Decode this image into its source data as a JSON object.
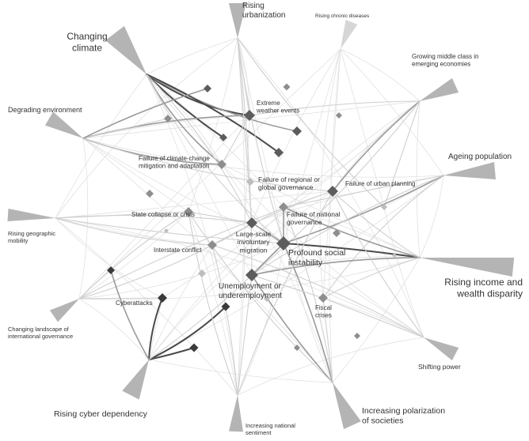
{
  "palette": {
    "background": "#ffffff",
    "driver": "#b4b4b4",
    "risk_light": "#bdbdbd",
    "risk_mid": "#8e8e8e",
    "risk_dark": "#5c5c5c",
    "risk_darkest": "#3a3a3a",
    "edge_light": "#e1e1e1",
    "edge_mid": "#cfcfcf",
    "edge_dark": "#9a9a9a",
    "edge_darkest": "#4a4a4a",
    "text": "#333333"
  },
  "drivers": [
    {
      "id": "rising-urbanization",
      "lines": [
        "Rising",
        "urbanization"
      ]
    },
    {
      "id": "rising-chronic-diseases",
      "lines": [
        "Rising chronic diseases"
      ]
    },
    {
      "id": "growing-middle-class",
      "lines": [
        "Growing middle class in",
        "emerging economies"
      ]
    },
    {
      "id": "changing-climate",
      "lines": [
        "Changing",
        "climate"
      ]
    },
    {
      "id": "degrading-environment",
      "lines": [
        "Degrading environment"
      ]
    },
    {
      "id": "ageing-population",
      "lines": [
        "Ageing population"
      ]
    },
    {
      "id": "rising-geographic-mobility",
      "lines": [
        "Rising geographic",
        "mobility"
      ]
    },
    {
      "id": "rising-income-wealth-disparity",
      "lines": [
        "Rising income and",
        "wealth disparity"
      ]
    },
    {
      "id": "changing-landscape-governance",
      "lines": [
        "Changing landscape of",
        "international governance"
      ]
    },
    {
      "id": "shifting-power",
      "lines": [
        "Shifting power"
      ]
    },
    {
      "id": "rising-cyber-dependency",
      "lines": [
        "Rising cyber dependency"
      ]
    },
    {
      "id": "increasing-polarization",
      "lines": [
        "Increasing polarization",
        "of societies"
      ]
    },
    {
      "id": "increasing-national-sentiment",
      "lines": [
        "Increasing national",
        "sentiment"
      ]
    }
  ],
  "risks": [
    {
      "id": "extreme-weather-events",
      "lines": [
        "Extreme",
        "weather events"
      ]
    },
    {
      "id": "failure-climate-change-mitigation",
      "lines": [
        "Failure of climate-change",
        "mitigation and adaptation"
      ]
    },
    {
      "id": "failure-regional-global-governance",
      "lines": [
        "Failure of regional or",
        "global governance"
      ]
    },
    {
      "id": "failure-urban-planning",
      "lines": [
        "Failure of urban planning"
      ]
    },
    {
      "id": "state-collapse",
      "lines": [
        "State collapse or crisis"
      ]
    },
    {
      "id": "failure-national-governance",
      "lines": [
        "Failure of national",
        "governance"
      ]
    },
    {
      "id": "interstate-conflict",
      "lines": [
        "Interstate conflict"
      ]
    },
    {
      "id": "large-scale-migration",
      "lines": [
        "Large-scale",
        "involuntary",
        "migration"
      ]
    },
    {
      "id": "profound-social-instability",
      "lines": [
        "Profound social",
        "instability"
      ]
    },
    {
      "id": "unemployment",
      "lines": [
        "Unemployment or",
        "underemployment"
      ]
    },
    {
      "id": "cyberattacks",
      "lines": [
        "Cyberattacks"
      ]
    },
    {
      "id": "fiscal-crises",
      "lines": [
        "Fiscal",
        "crises"
      ]
    }
  ]
}
